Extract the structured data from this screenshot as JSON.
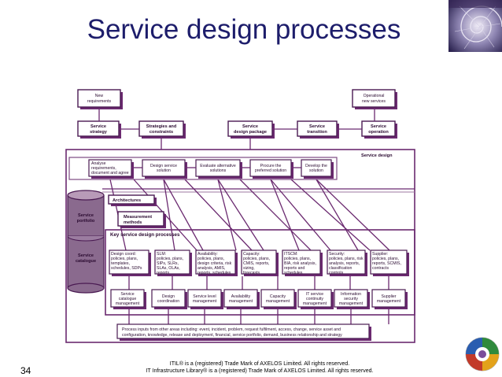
{
  "slide": {
    "title": "Service design processes",
    "number": "34",
    "footer_line1": "ITIL® is a (registered) Trade Mark of AXELOS Limited. All rights reserved.",
    "footer_line2": "IT Infrastructure Library® is a (registered) Trade Mark of AXELOS Limited. All rights reserved."
  },
  "diagram": {
    "top": {
      "new_requirements": [
        "New",
        "requirements"
      ],
      "operational_new_services": [
        "Operational",
        "new services"
      ],
      "service_strategy": [
        "Service",
        "strategy"
      ],
      "strategies_constraints": [
        "Strategies and",
        "constraints"
      ],
      "service_design_package": [
        "Service",
        "design package"
      ],
      "service_transition": [
        "Service",
        "transition"
      ],
      "service_operation": [
        "Service",
        "operation"
      ]
    },
    "service_design_label": "Service design",
    "steps": [
      [
        "Analyse",
        "requirements,",
        "document and agree"
      ],
      [
        "Design service",
        "solution"
      ],
      [
        "Evaluate alternative",
        "solutions"
      ],
      [
        "Procure the",
        "preferred solution"
      ],
      [
        "Develop the",
        "solution"
      ]
    ],
    "portfolio": [
      "Service",
      "portfolio"
    ],
    "catalogue": [
      "Service",
      "catalogue"
    ],
    "architectures": "Architectures",
    "measurement_methods": [
      "Measurement",
      "methods"
    ],
    "key_processes_label": "Key service design processes",
    "outputs": [
      [
        "Design coord:",
        "policies, plans,",
        "templates,",
        "schedules, SDPs"
      ],
      [
        "SLM:",
        "policies, plans,",
        "SIPs, SLRs,",
        "SLAs, OLAs,",
        "reports"
      ],
      [
        "Availability:",
        "policies, plans,",
        "design criteria, risk",
        "analysis, AMIS,",
        "reports, schedules"
      ],
      [
        "Capacity:",
        "policies, plans,",
        "CMIS, reports,",
        "sizing,",
        "forecasts"
      ],
      [
        "ITSCM:",
        "policies, plans,",
        "BIA, risk analysis,",
        "reports and",
        "schedules"
      ],
      [
        "Security:",
        "policies, plans, risk",
        "analysis, reports,",
        "classification",
        "controls"
      ],
      [
        "Supplier:",
        "policies, plans,",
        "reports, SCMIS,",
        "contracts"
      ]
    ],
    "processes": [
      [
        "Service",
        "catalogue",
        "management"
      ],
      [
        "Design",
        "coordination"
      ],
      [
        "Service level",
        "management"
      ],
      [
        "Availability",
        "management"
      ],
      [
        "Capacity",
        "management"
      ],
      [
        "IT service",
        "continuity",
        "management"
      ],
      [
        "Information",
        "security",
        "management"
      ],
      [
        "Supplier",
        "management"
      ]
    ],
    "inputs_text": [
      "Process inputs from other areas including: event, incident, problem, request fulfilment, access, change, service asset and",
      "configuration, knowledge, release and deployment, financial, service portfolio, demand, business relationship and strategy"
    ]
  },
  "colors": {
    "title": "#1d1d6b",
    "diagram_stroke": "#4a1a52",
    "shadow": "#6b2a70"
  },
  "icons": {
    "corner": "nautilus-shell-image",
    "logo": "itil-service-lifecycle-logo"
  }
}
